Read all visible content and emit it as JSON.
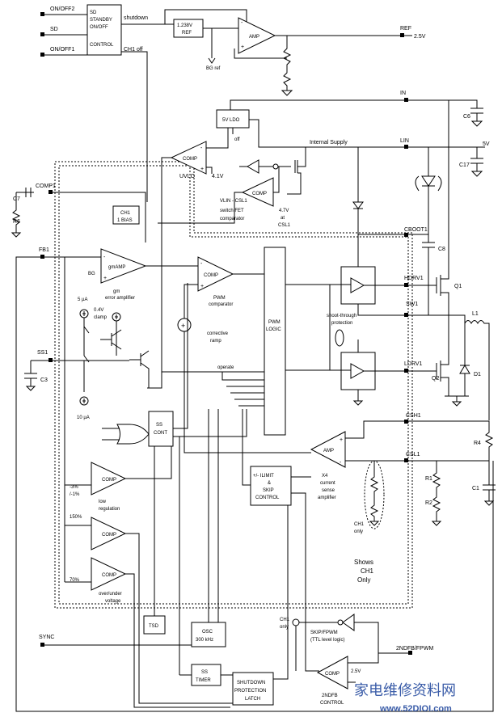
{
  "pins": {
    "on_off2": "ON/OFF2",
    "sd": "SD",
    "on_off1": "ON/OFF1",
    "comp1": "COMP1",
    "fb1": "FB1",
    "ss1": "SS1",
    "sync": "SYNC",
    "ref": "REF",
    "ref_value": "2.5V",
    "in": "IN",
    "lin": "LIN",
    "v5": "5V",
    "cboot1": "CBOOT1",
    "hdrv1": "HDRV1",
    "sw1": "SW1",
    "ldrv1": "LDRV1",
    "csh1": "CSH1",
    "csl1": "CSL1",
    "ndfb": "2NDFB/FPWM"
  },
  "blocks": {
    "sd_l1": "SD",
    "sd_l2": "STANDBY",
    "sd_l3": "ON/OFF",
    "sd_l4": "CONTROL",
    "ref_l1": "1.238V",
    "ref_l2": "REF",
    "amp": "AMP",
    "ldo": "5V LDO",
    "uvlo_comp": "COMP",
    "uvlo": "UVLO",
    "uvlo_th": "4.1V",
    "sw_comp": "COMP",
    "bias_l1": "CH1",
    "bias_l2": "1 BIAS",
    "gmamp": "gmAMP",
    "pwm_comp": "COMP",
    "pwm_logic_l1": "PWM",
    "pwm_logic_l2": "LOGIC",
    "ss_l1": "SS",
    "ss_l2": "CONT",
    "cs_amp": "AMP",
    "ilimit_l1": "+/- ILIMIT",
    "ilimit_l2": "&",
    "ilimit_l3": "SKIP",
    "ilimit_l4": "CONTROL",
    "comp_low": "COMP",
    "comp_ov": "COMP",
    "comp_uv": "COMP",
    "tsd": "TSD",
    "osc_l1": "OSC",
    "osc_l2": "300 kHz",
    "sstimer_l1": "SS",
    "sstimer_l2": "TIMER",
    "latch_l1": "SHUTDOWN",
    "latch_l2": "PROTECTION",
    "latch_l3": "LATCH",
    "ndfb_comp": "COMP",
    "ndfb_th": "2.5V"
  },
  "labels": {
    "shutdown": "shutdown",
    "ch1_off": "CH1 off",
    "bg_ref": "BG ref",
    "off": "off",
    "internal_supply": "Internal Supply",
    "vlin_csl1": "VLIN - CSL1",
    "switch_fet_1": "switch FET",
    "switch_fet_2": "comparator",
    "csl1_th_1": "4.7V",
    "csl1_th_2": "at",
    "csl1_th_3": "CSL1",
    "bg": "BG",
    "gm_1": "gm",
    "gm_2": "error amplifier",
    "pwm_comp_1": "PWM",
    "pwm_comp_2": "comparator",
    "corrective_1": "corrective",
    "corrective_2": "ramp",
    "i5": "5 µA",
    "clamp_1": "0.4V",
    "clamp_2": "clamp",
    "i10": "10 µA",
    "operate": "operate",
    "shoot_1": "shoot-through",
    "shoot_2": "protection",
    "x4": "X4",
    "cs_1": "current",
    "cs_2": "sense",
    "cs_3": "amplifier",
    "lowreg_th_1": "-3%",
    "lowreg_th_2": "/-1%",
    "lowreg_1": "low",
    "lowreg_2": "regulation",
    "th150": "150%",
    "th70": "70%",
    "ovuv_1": "over/under",
    "ovuv_2": "voltage",
    "ch1only_1": "CH1",
    "ch1only_2": "only",
    "shows_1": "Shows",
    "shows_2": "CH1",
    "shows_3": "Only",
    "ch1only_b1": "CH1",
    "ch1only_b2": "only",
    "skip_1": "SKIP/FPWM",
    "skip_2": "(TTL level logic)",
    "ndfb_1": "2NDFB",
    "ndfb_2": "CONTROL"
  },
  "components": {
    "c7": "C7",
    "r6": "R6",
    "c3": "C3",
    "c6": "C6",
    "c17": "C17",
    "c8": "C8",
    "q1": "Q1",
    "q2": "Q2",
    "l1": "L1",
    "d1": "D1",
    "r4": "R4",
    "r1": "R1",
    "r2": "R2",
    "c1": "C1"
  },
  "watermark": {
    "cn": "家电维修资料网",
    "url": "www.52DIOI.com"
  }
}
